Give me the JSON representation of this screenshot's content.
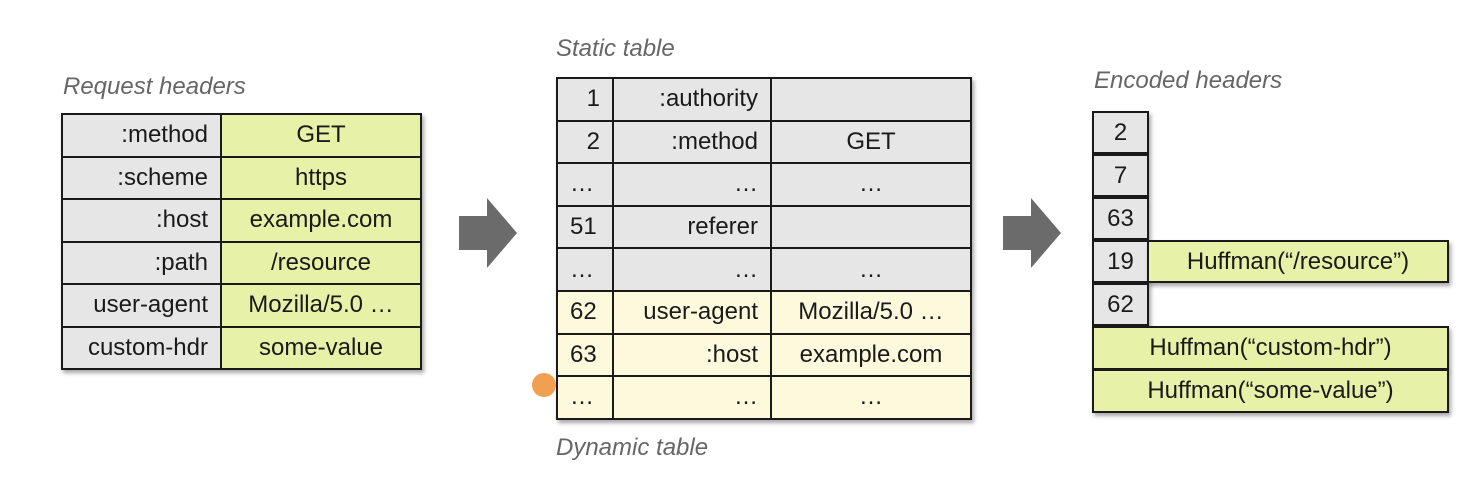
{
  "request_headers": {
    "caption": "Request headers",
    "rows": [
      {
        "name": ":method",
        "value": "GET"
      },
      {
        "name": ":scheme",
        "value": "https"
      },
      {
        "name": ":host",
        "value": "example.com"
      },
      {
        "name": ":path",
        "value": "/resource"
      },
      {
        "name": "user-agent",
        "value": "Mozilla/5.0 …"
      },
      {
        "name": "custom-hdr",
        "value": "some-value"
      }
    ]
  },
  "static_table": {
    "caption": "Static table",
    "rows": [
      {
        "index": "1",
        "name": ":authority",
        "value": ""
      },
      {
        "index": "2",
        "name": ":method",
        "value": "GET"
      },
      {
        "index": "…",
        "name": "…",
        "value": "…"
      },
      {
        "index": "51",
        "name": "referer",
        "value": ""
      },
      {
        "index": "…",
        "name": "…",
        "value": "…"
      }
    ]
  },
  "dynamic_table": {
    "caption": "Dynamic table",
    "rows": [
      {
        "index": "62",
        "name": "user-agent",
        "value": "Mozilla/5.0 …"
      },
      {
        "index": "63",
        "name": ":host",
        "value": "example.com"
      },
      {
        "index": "…",
        "name": "…",
        "value": "…"
      }
    ]
  },
  "encoded_headers": {
    "caption": "Encoded headers",
    "indices": [
      "2",
      "7",
      "63",
      "19",
      "62"
    ],
    "literal_19": "Huffman(“/resource”)",
    "literal_name": "Huffman(“custom-hdr”)",
    "literal_value": "Huffman(“some-value”)"
  },
  "colors": {
    "header_name_fill": "#e6e6e6",
    "header_value_fill": "#e8f1a8",
    "dynamic_table_fill": "#fdf9dc",
    "arrow_fill": "#6b6b6b",
    "cursor_dot": "#f0a050"
  },
  "icons": [
    "right-arrow-icon",
    "right-arrow-icon",
    "cursor-dot"
  ]
}
